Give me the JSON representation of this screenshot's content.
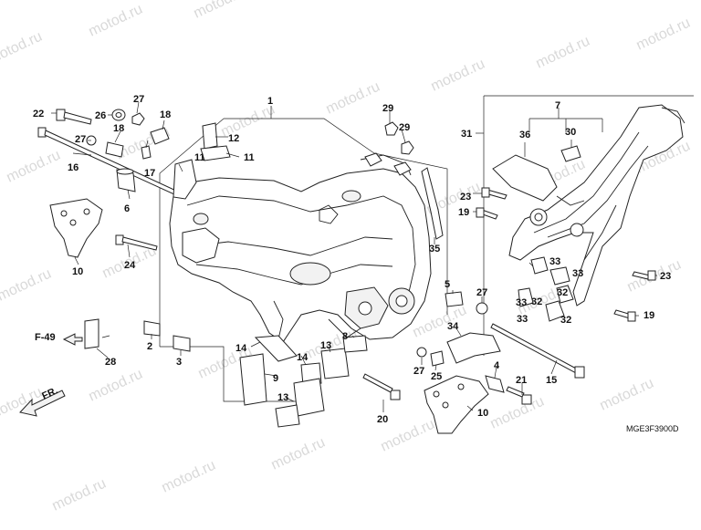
{
  "diagram": {
    "code": "MGE3F3900D",
    "fig_ref": "F-49",
    "front_label": "FR.",
    "watermark": "motod.ru",
    "parts": [
      {
        "label": "1"
      },
      {
        "label": "2"
      },
      {
        "label": "3"
      },
      {
        "label": "4"
      },
      {
        "label": "5"
      },
      {
        "label": "6"
      },
      {
        "label": "7"
      },
      {
        "label": "8"
      },
      {
        "label": "9"
      },
      {
        "label": "10"
      },
      {
        "label": "10"
      },
      {
        "label": "11"
      },
      {
        "label": "11"
      },
      {
        "label": "12"
      },
      {
        "label": "13"
      },
      {
        "label": "13"
      },
      {
        "label": "14"
      },
      {
        "label": "14"
      },
      {
        "label": "15"
      },
      {
        "label": "16"
      },
      {
        "label": "17"
      },
      {
        "label": "18"
      },
      {
        "label": "18"
      },
      {
        "label": "19"
      },
      {
        "label": "19"
      },
      {
        "label": "20"
      },
      {
        "label": "21"
      },
      {
        "label": "22"
      },
      {
        "label": "23"
      },
      {
        "label": "23"
      },
      {
        "label": "24"
      },
      {
        "label": "25"
      },
      {
        "label": "26"
      },
      {
        "label": "27"
      },
      {
        "label": "27"
      },
      {
        "label": "27"
      },
      {
        "label": "27"
      },
      {
        "label": "28"
      },
      {
        "label": "29"
      },
      {
        "label": "29"
      },
      {
        "label": "30"
      },
      {
        "label": "31"
      },
      {
        "label": "32"
      },
      {
        "label": "32"
      },
      {
        "label": "32"
      },
      {
        "label": "33"
      },
      {
        "label": "33"
      },
      {
        "label": "33"
      },
      {
        "label": "33"
      },
      {
        "label": "34"
      },
      {
        "label": "35"
      },
      {
        "label": "36"
      }
    ]
  }
}
